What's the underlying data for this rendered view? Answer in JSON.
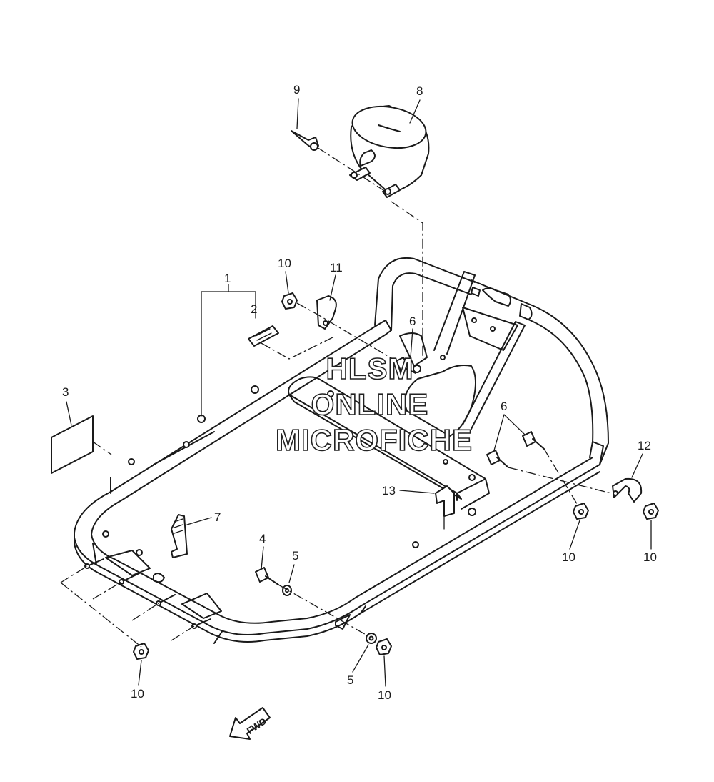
{
  "callouts": {
    "c1": "1",
    "c2": "2",
    "c3": "3",
    "c4": "4",
    "c5a": "5",
    "c5b": "5",
    "c6a": "6",
    "c6b": "6",
    "c7": "7",
    "c8": "8",
    "c9": "9",
    "c10a": "10",
    "c10b": "10",
    "c10c": "10",
    "c10d": "10",
    "c10e": "10",
    "c11": "11",
    "c12": "12",
    "c13": "13"
  },
  "watermark": {
    "line1": "HLSM",
    "line2": "ONLINE",
    "line3": "MICROFICHE"
  },
  "direction_label": "FWD"
}
